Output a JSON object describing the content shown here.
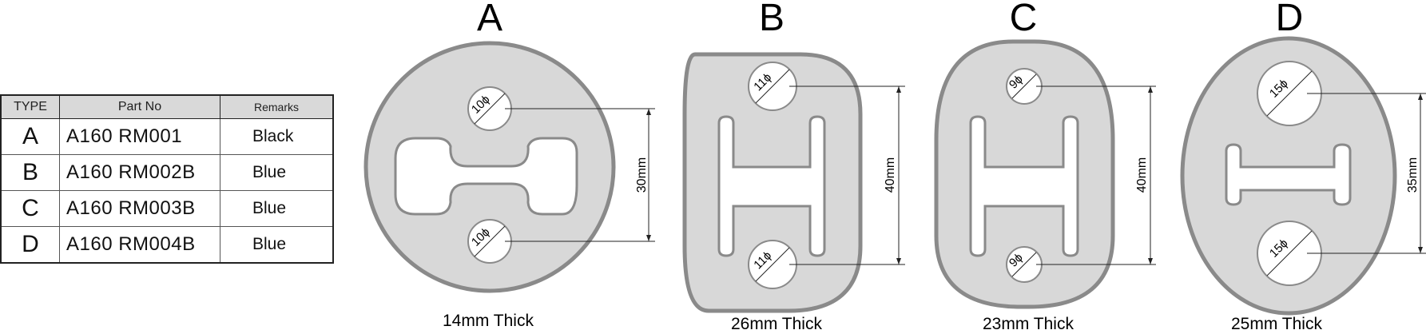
{
  "table": {
    "headers": {
      "type": "TYPE",
      "part_no": "Part No",
      "remarks": "Remarks"
    },
    "rows": [
      {
        "type": "A",
        "part_no": "A160 RM001",
        "remarks": "Black"
      },
      {
        "type": "B",
        "part_no": "A160 RM002B",
        "remarks": "Blue"
      },
      {
        "type": "C",
        "part_no": "A160 RM003B",
        "remarks": "Blue"
      },
      {
        "type": "D",
        "part_no": "A160 RM004B",
        "remarks": "Blue"
      }
    ]
  },
  "parts": [
    {
      "letter": "A",
      "thickness": "14mm Thick",
      "hole_top": "10ϕ",
      "hole_bottom": "10ϕ",
      "spacing": "30mm"
    },
    {
      "letter": "B",
      "thickness": "26mm Thick",
      "hole_top": "11ϕ",
      "hole_bottom": "11ϕ",
      "spacing": "40mm"
    },
    {
      "letter": "C",
      "thickness": "23mm Thick",
      "hole_top": "9ϕ",
      "hole_bottom": "9ϕ",
      "spacing": "40mm"
    },
    {
      "letter": "D",
      "thickness": "25mm Thick",
      "hole_top": "15ϕ",
      "hole_bottom": "15ϕ",
      "spacing": "35mm"
    }
  ],
  "colors": {
    "fill": "#d8d8d8",
    "outline": "#8a8a8a",
    "line": "#222222"
  }
}
